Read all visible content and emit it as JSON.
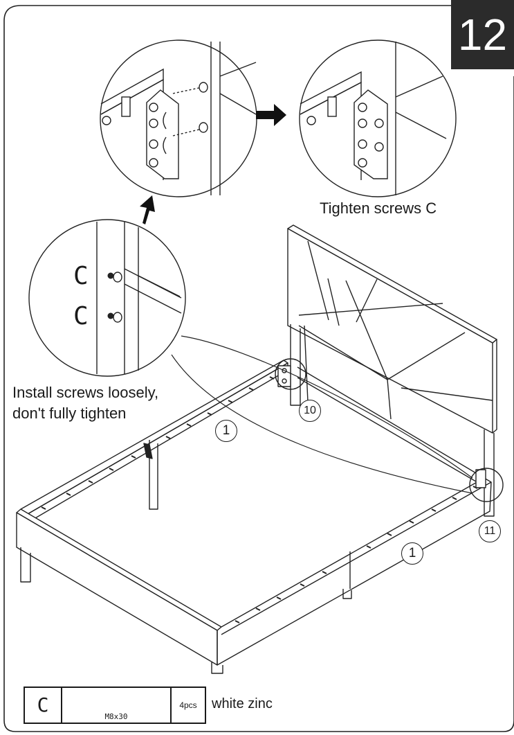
{
  "step_number": "12",
  "captions": {
    "tighten": "Tighten screws C",
    "install_line1": "Install screws loosely,",
    "install_line2": "don't fully tighten"
  },
  "callout_letters": [
    "C",
    "C"
  ],
  "part_numbers": {
    "side_rail_left": "1",
    "side_rail_right": "1",
    "headboard_leg_left": "10",
    "headboard_leg_right": "11"
  },
  "parts_table": {
    "letter": "C",
    "size": "M8x30",
    "quantity": "4pcs",
    "finish": "white zinc"
  },
  "icons": [
    "arrow-right-icon",
    "arrow-up-icon",
    "screw-icon"
  ]
}
